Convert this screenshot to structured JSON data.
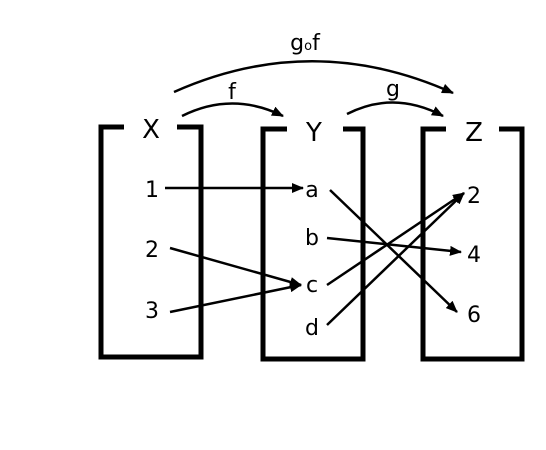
{
  "sets": [
    {
      "id": "X",
      "label": "X",
      "elements": [
        "1",
        "2",
        "3"
      ]
    },
    {
      "id": "Y",
      "label": "Y",
      "elements": [
        "a",
        "b",
        "c",
        "d"
      ]
    },
    {
      "id": "Z",
      "label": "Z",
      "elements": [
        "2",
        "4",
        "6"
      ]
    }
  ],
  "mappings": {
    "f": {
      "label": "f",
      "from": "X",
      "to": "Y"
    },
    "g": {
      "label": "g",
      "from": "Y",
      "to": "Z"
    },
    "composite": {
      "label_left": "g",
      "label_op": "o",
      "label_right": "f",
      "from": "X",
      "to": "Z"
    }
  },
  "arrows": [
    {
      "from": "1",
      "to": "a"
    },
    {
      "from": "2",
      "to": "c"
    },
    {
      "from": "3",
      "to": "c"
    },
    {
      "from": "a",
      "to": "6"
    },
    {
      "from": "b",
      "to": "4"
    },
    {
      "from": "c",
      "to": "2"
    },
    {
      "from": "d",
      "to": "2"
    }
  ]
}
